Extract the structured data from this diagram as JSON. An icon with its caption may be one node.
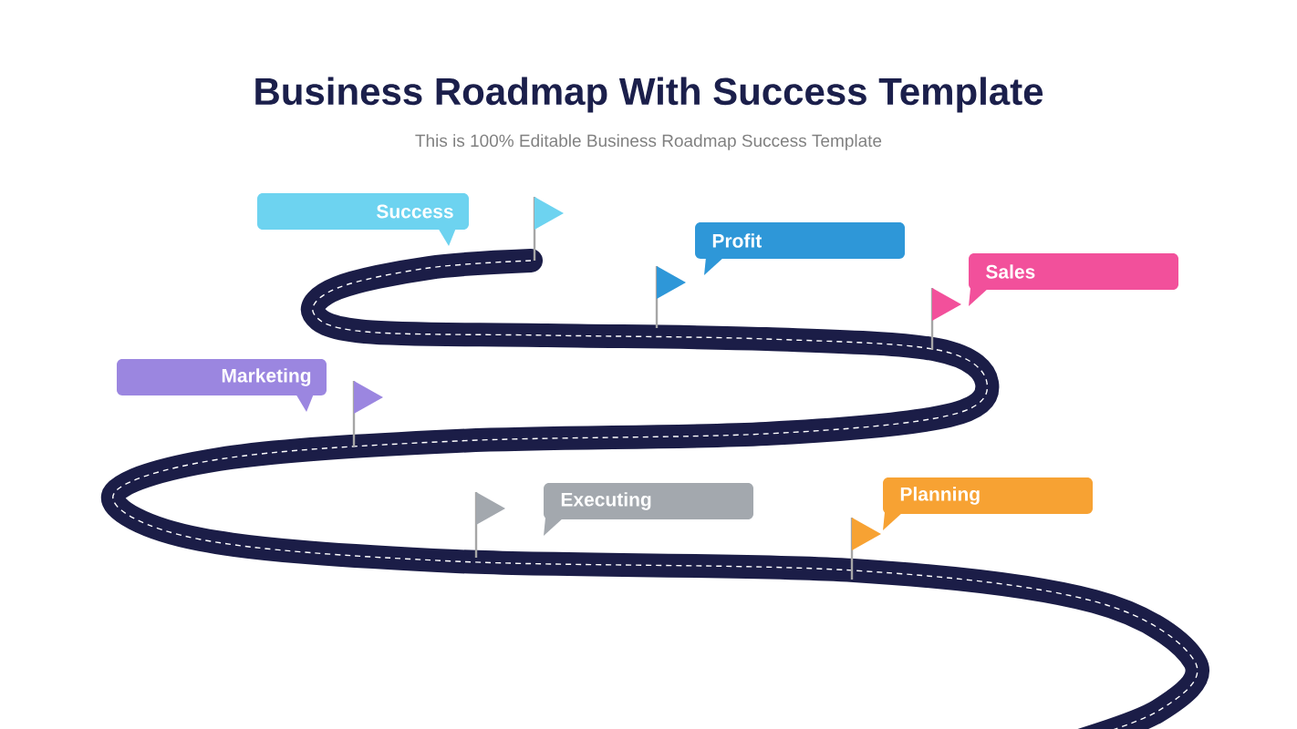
{
  "diagram": {
    "title": "Business Roadmap With Success Template",
    "caption": "This is 100% Editable Business Roadmap Success Template",
    "nodes": [
      {
        "text": [
          "Success"
        ]
      },
      {
        "text": [
          "Profit"
        ]
      },
      {
        "text": [
          "Sales"
        ]
      },
      {
        "text": [
          "Marketing"
        ]
      },
      {
        "text": [
          "Executing"
        ]
      },
      {
        "text": [
          "Planning"
        ]
      }
    ]
  }
}
